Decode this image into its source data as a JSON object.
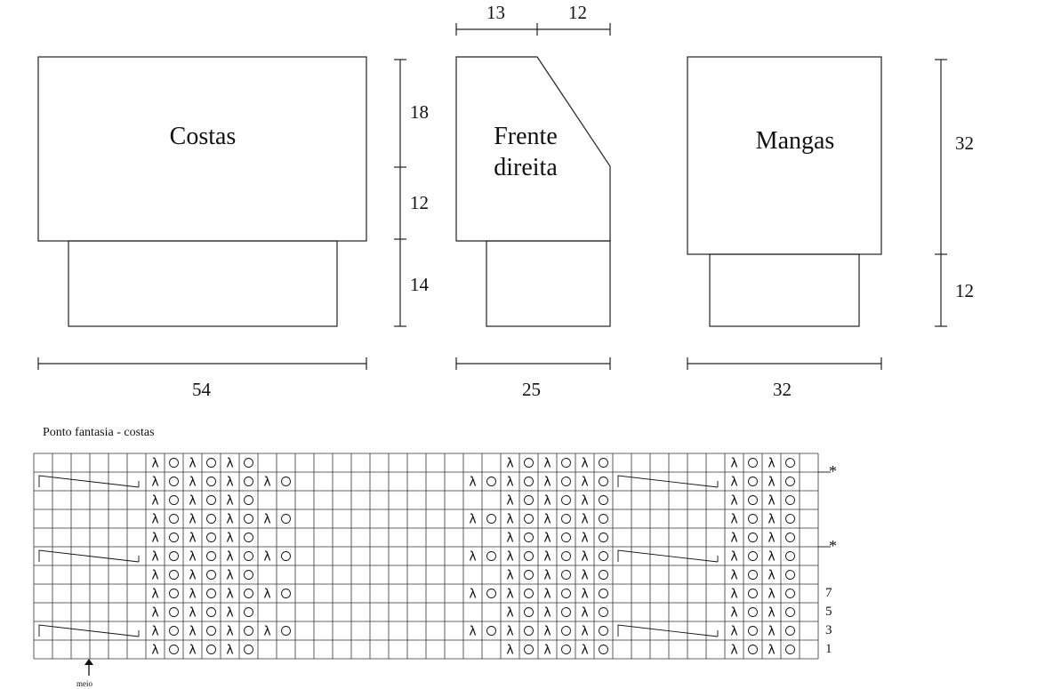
{
  "pieces": {
    "costas": "Costas",
    "frente_line1": "Frente",
    "frente_line2": "direita",
    "mangas": "Mangas"
  },
  "dimensions": {
    "costas_width": "54",
    "costas_h_top": "18",
    "costas_h_mid": "12",
    "costas_h_rib": "14",
    "frente_width": "25",
    "frente_top_left": "13",
    "frente_top_right": "12",
    "mangas_width": "32",
    "mangas_height": "32",
    "mangas_rib": "12"
  },
  "chart": {
    "title": "Ponto fantasia - costas",
    "row_numbers": [
      "7",
      "5",
      "3",
      "1"
    ],
    "star": "*",
    "meio": "meio",
    "symbols": {
      "dec": "λ",
      "yo": "○"
    }
  }
}
